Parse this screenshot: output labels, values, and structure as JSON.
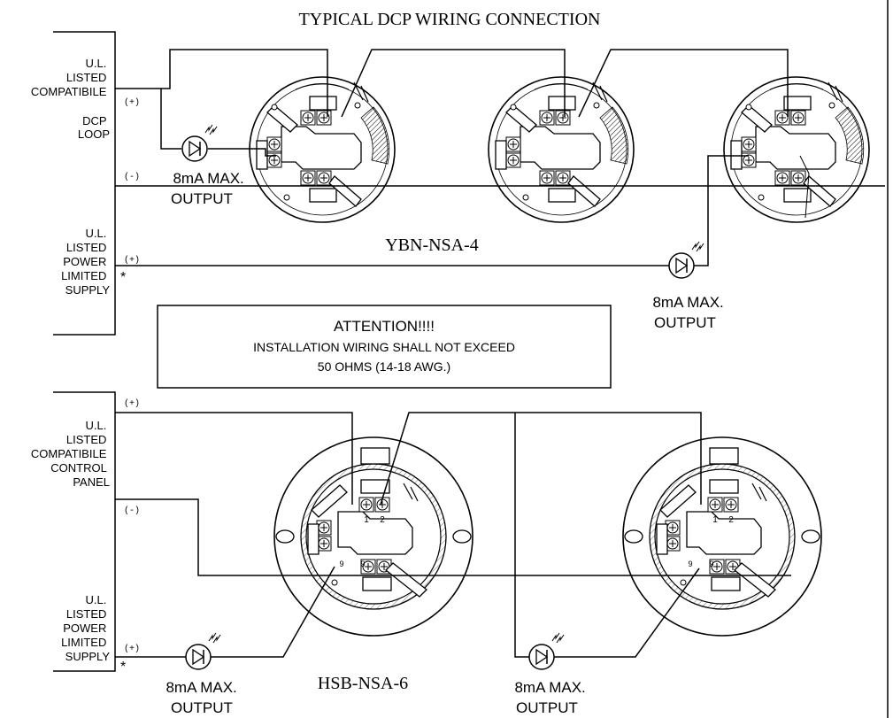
{
  "title": "TYPICAL DCP WIRING CONNECTION",
  "panels": {
    "dcp_loop": "U.L.|LISTED|COMPATIBILE|DCP|LOOP",
    "power_top": "U.L.|LISTED|POWER|LIMITED|SUPPLY",
    "control_panel": "U.L.|LISTED|COMPATIBILE|CONTROL|PANEL",
    "power_bottom": "U.L.|LISTED|POWER|LIMITED|SUPPLY"
  },
  "polarity": {
    "plus": "(+)",
    "minus": "(-)",
    "star": "*"
  },
  "output_label": {
    "line1": "8mA MAX.",
    "line2": "OUTPUT"
  },
  "base_labels": {
    "top": "YBN-NSA-4",
    "bottom": "HSB-NSA-6"
  },
  "attention": {
    "heading": "ATTENTION!!!!",
    "line1": "INSTALLATION WIRING SHALL NOT EXCEED",
    "line2": "50 OHMS (14-18 AWG.)"
  },
  "terminal_numbers": {
    "one": "1",
    "two": "2",
    "nine": "9"
  }
}
